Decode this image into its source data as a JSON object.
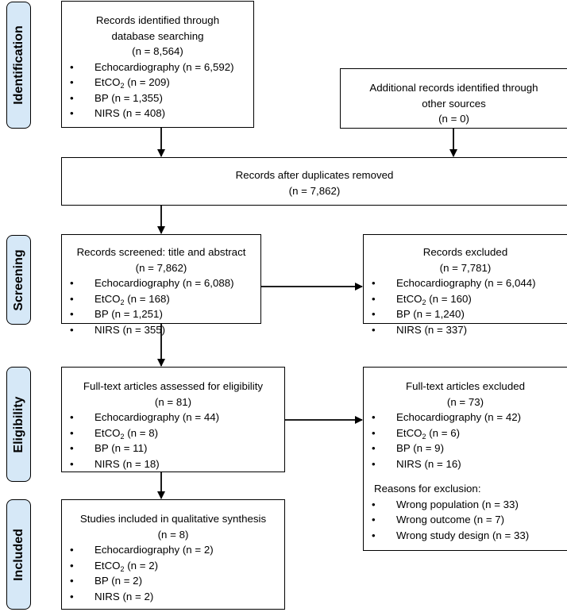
{
  "stages": {
    "identification": "Identification",
    "screening": "Screening",
    "eligibility": "Eligibility",
    "included": "Included"
  },
  "identified": {
    "title_line1": "Records identified through",
    "title_line2": "database searching",
    "count": "(n = 8,564)",
    "items": {
      "echo": "Echocardiography (n = 6,592)",
      "etco2_prefix": "EtCO",
      "etco2_sub": "2",
      "etco2_value": " (n = 209)",
      "bp": "BP (n = 1,355)",
      "nirs": "NIRS (n = 408)"
    }
  },
  "additional": {
    "title_line1": "Additional records identified through",
    "title_line2": "other sources",
    "count": "(n = 0)"
  },
  "duplicates": {
    "title": "Records after duplicates removed",
    "count": "(n = 7,862)"
  },
  "screened": {
    "title": "Records screened: title and abstract",
    "count": "(n = 7,862)",
    "items": {
      "echo": "Echocardiography (n = 6,088)",
      "etco2_prefix": "EtCO",
      "etco2_sub": "2",
      "etco2_value": " (n = 168)",
      "bp": "BP (n = 1,251)",
      "nirs": "NIRS (n = 355)"
    }
  },
  "excluded": {
    "title": "Records excluded",
    "count": "(n = 7,781)",
    "items": {
      "echo": "Echocardiography (n = 6,044)",
      "etco2_prefix": "EtCO",
      "etco2_sub": "2",
      "etco2_value": " (n = 160)",
      "bp": "BP (n = 1,240)",
      "nirs": "NIRS (n = 337)"
    }
  },
  "fulltext": {
    "title": "Full-text articles assessed for eligibility",
    "count": "(n = 81)",
    "items": {
      "echo": "Echocardiography (n = 44)",
      "etco2_prefix": "EtCO",
      "etco2_sub": "2",
      "etco2_value": " (n = 8)",
      "bp": "BP (n = 11)",
      "nirs": "NIRS (n = 18)"
    }
  },
  "fulltext_excluded": {
    "title": "Full-text articles excluded",
    "count": "(n = 73)",
    "items": {
      "echo": "Echocardiography (n = 42)",
      "etco2_prefix": "EtCO",
      "etco2_sub": "2",
      "etco2_value": " (n = 6)",
      "bp": "BP (n = 9)",
      "nirs": "NIRS (n = 16)"
    },
    "reasons_title": "Reasons for exclusion:",
    "reasons": {
      "population": "Wrong population (n = 33)",
      "outcome": "Wrong outcome (n = 7)",
      "design": "Wrong study design (n = 33)"
    }
  },
  "included": {
    "title": "Studies included in qualitative synthesis",
    "count": "(n = 8)",
    "items": {
      "echo": "Echocardiography (n = 2)",
      "etco2_prefix": "EtCO",
      "etco2_sub": "2",
      "etco2_value": " (n = 2)",
      "bp": "BP (n = 2)",
      "nirs": "NIRS (n = 2)"
    }
  }
}
